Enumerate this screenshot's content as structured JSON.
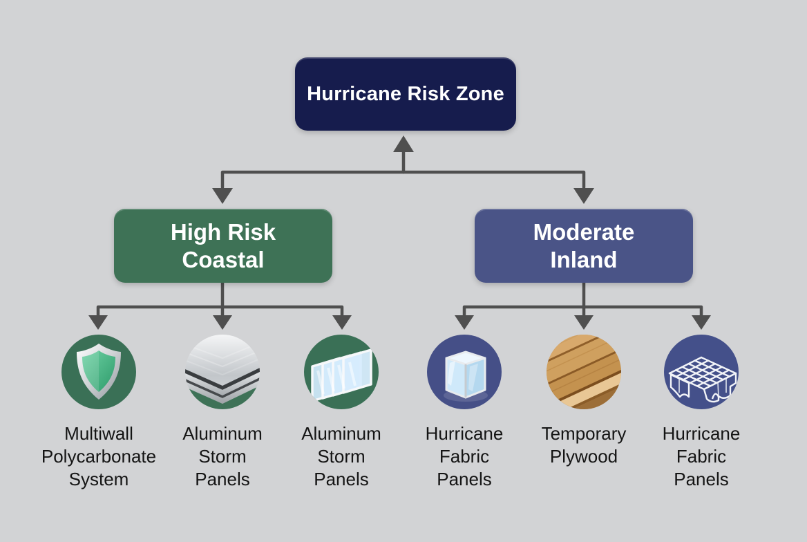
{
  "colors": {
    "background": "#d2d3d5",
    "root_box": "#161c4d",
    "high_risk_box": "#3e7256",
    "moderate_box": "#4a5487",
    "connector": "#4f4f4f",
    "label_text": "#141414",
    "box_text": "#ffffff"
  },
  "root": {
    "label": "Hurricane Risk Zone"
  },
  "branches": [
    {
      "id": "high-risk-coastal",
      "label": "High Risk\nCoastal",
      "color": "#3e7256",
      "options": [
        {
          "label": "Multiwall\nPolycarbonate\nSystem",
          "icon": "shield-icon"
        },
        {
          "label": "Aluminum\nStorm\nPanels",
          "icon": "aluminum-stack-icon"
        },
        {
          "label": "Aluminum\nStorm\nPanels",
          "icon": "storm-panels-icon"
        }
      ]
    },
    {
      "id": "moderate-inland",
      "label": "Moderate\nInland",
      "color": "#4a5487",
      "options": [
        {
          "label": "Hurricane\nFabric\nPanels",
          "icon": "glass-panel-icon"
        },
        {
          "label": "Temporary\nPlywood",
          "icon": "plywood-icon"
        },
        {
          "label": "Hurricane\nFabric\nPanels",
          "icon": "fabric-mesh-icon"
        }
      ]
    }
  ]
}
